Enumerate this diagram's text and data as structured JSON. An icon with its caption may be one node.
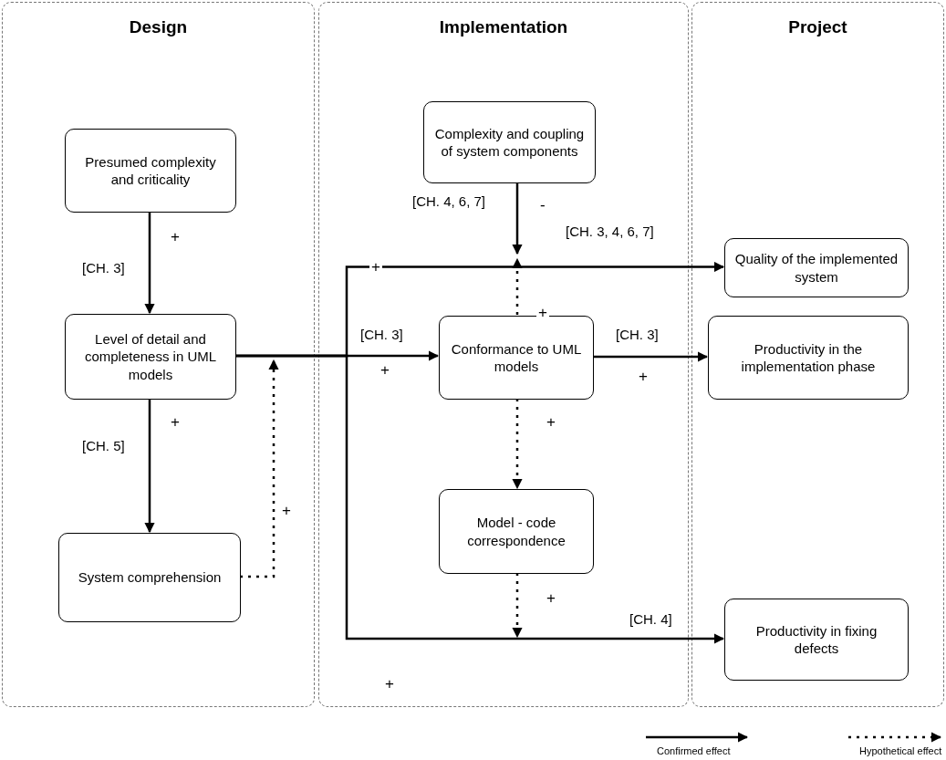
{
  "diagram": {
    "nodes": [
      {
        "text": [
          "Design"
        ]
      },
      {
        "text": [
          "Implementation"
        ]
      },
      {
        "text": [
          "Project"
        ]
      },
      {
        "text": [
          "Presumed complexity and criticality"
        ],
        "in": 0
      },
      {
        "text": [
          "Level of detail and completeness in UML models"
        ],
        "in": 0
      },
      {
        "text": [
          "System comprehension"
        ],
        "in": 0
      },
      {
        "text": [
          "Complexity and coupling of system components"
        ],
        "in": 1
      },
      {
        "text": [
          "Conformance to UML models"
        ],
        "in": 1
      },
      {
        "text": [
          "Model - code correspondence"
        ],
        "in": 1
      },
      {
        "text": [
          "Quality of the implemented system"
        ],
        "in": 2
      },
      {
        "text": [
          "Productivity in the implementation phase"
        ],
        "in": 2
      },
      {
        "text": [
          "Productivity in fixing defects"
        ],
        "in": 2
      }
    ],
    "edges": [
      {
        "from": 3,
        "to": 4,
        "arrow": "to",
        "label": "[CH. 3]"
      },
      {
        "from": 4,
        "to": 5,
        "arrow": "to",
        "label": "[CH. 5]"
      },
      {
        "from": 4,
        "to": 7,
        "arrow": "to",
        "label": "[CH. 3]"
      },
      {
        "from": 5,
        "to": null,
        "arrow": "to",
        "style": "dashed"
      },
      {
        "from": 4,
        "to": 9,
        "arrow": "to",
        "label": "[CH. 3, 4, 6, 7]"
      },
      {
        "from": 4,
        "to": 11,
        "arrow": "to",
        "label": "[CH. 4]"
      },
      {
        "from": 6,
        "to": null,
        "arrow": "to",
        "label": "[CH. 4, 6, 7]"
      },
      {
        "from": 7,
        "to": null,
        "arrow": "to",
        "style": "dashed"
      },
      {
        "from": 7,
        "to": 8,
        "arrow": "to",
        "style": "dashed"
      },
      {
        "from": 8,
        "to": null,
        "arrow": "to",
        "style": "dashed"
      },
      {
        "from": 7,
        "to": 10,
        "arrow": "to",
        "label": "[CH. 3]"
      }
    ],
    "labels": [
      "-",
      "+",
      "+",
      "+",
      "+",
      "+",
      "+",
      "+",
      "+",
      "+",
      "+"
    ],
    "legend": [
      {
        "text": "Confirmed effect"
      },
      {
        "text": "Hypothetical effect"
      }
    ]
  }
}
